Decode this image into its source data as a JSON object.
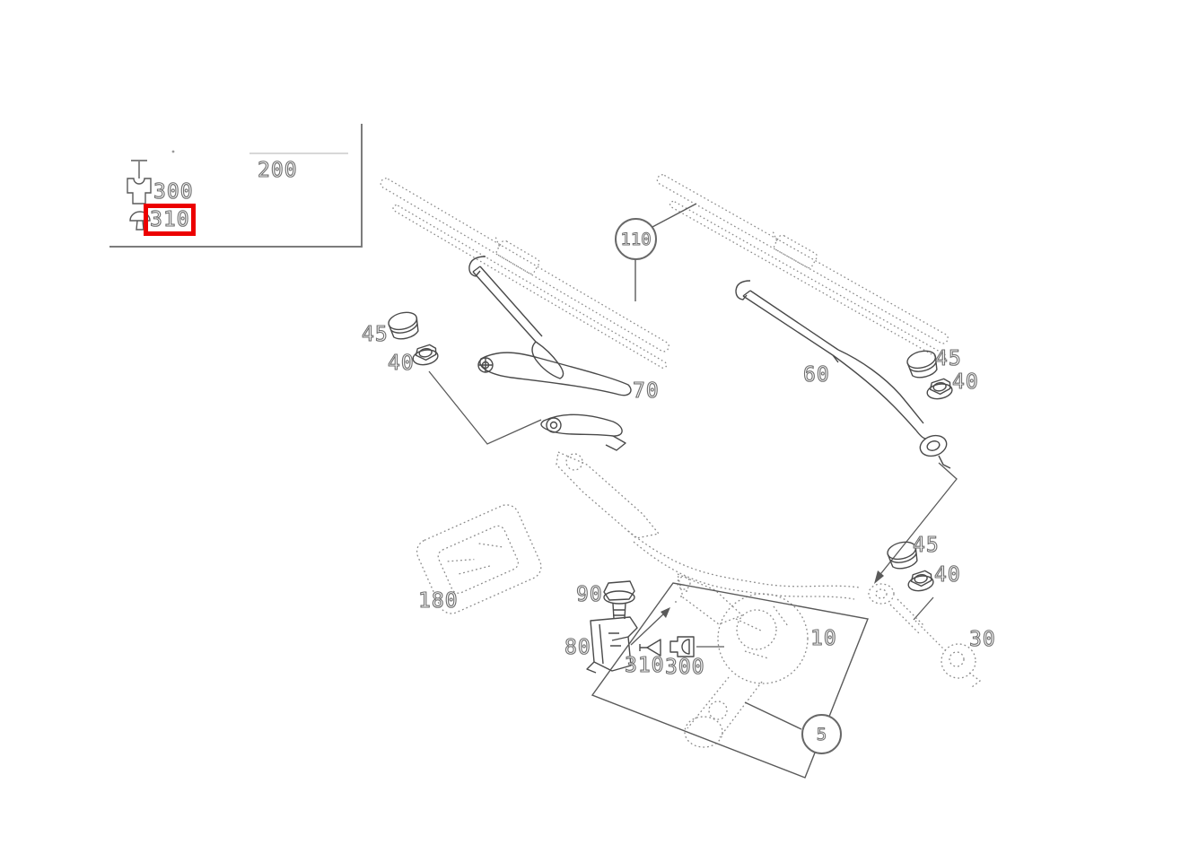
{
  "view": {
    "type": "wiper-system-exploded-parts-diagram",
    "background_color": "#ffffff",
    "line_color": "#4a4a4a",
    "phantom_line_color": "#8a8a8a",
    "highlight_color": "#ec0000"
  },
  "legend": {
    "items": [
      {
        "label": "200",
        "icon": "wiper-rubber-strip-icon",
        "highlighted": false
      },
      {
        "label": "300",
        "icon": "connector-plug-icon",
        "highlighted": false
      },
      {
        "label": "310",
        "icon": "cap-plug-icon",
        "highlighted": true
      }
    ],
    "highlighted_label": "310"
  },
  "parts": {
    "blade_group": "110",
    "arm_left": "70",
    "arm_right": "60",
    "pivot_cap": "45",
    "pivot_nut": "40",
    "control_module": "180",
    "bolt": "90",
    "bracket": "80",
    "plug": "310",
    "connector": "300",
    "wiper_motor": "10",
    "crank": "30",
    "assembly_group": "5"
  },
  "icons": {
    "cap": "pivot-cap-icon",
    "nut": "flange-nut-icon",
    "bolt": "hex-bolt-icon",
    "bracket": "mounting-bracket-icon",
    "plug": "plug-icon",
    "connector": "connector-icon"
  }
}
